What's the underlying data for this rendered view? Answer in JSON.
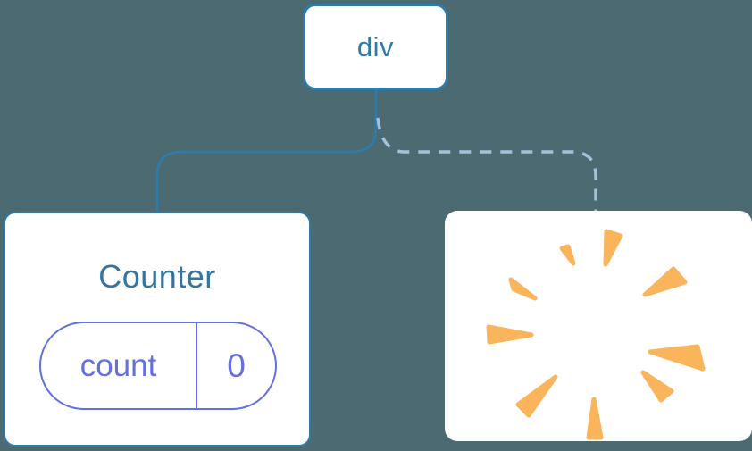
{
  "colors": {
    "background": "#4b6a72",
    "surface": "#ffffff",
    "tree_line": "#2e7cab",
    "tree_line_inactive": "#a3c1d9",
    "node_label": "#2e7ba9",
    "component_label": "#35749e",
    "state_accent": "#6470df",
    "poof": "#f9b45c"
  },
  "diagram": {
    "root": {
      "label": "div"
    },
    "children": [
      {
        "label": "Counter",
        "connector": "solid",
        "state": {
          "key": "count",
          "value": "0"
        }
      },
      {
        "connector": "dashed",
        "icon": "poof-burst-icon"
      }
    ]
  }
}
